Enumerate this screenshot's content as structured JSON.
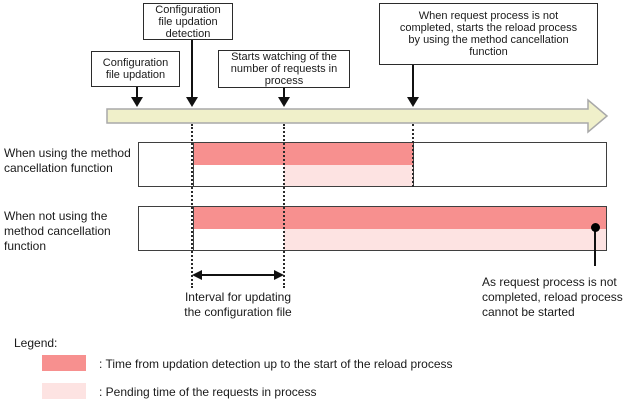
{
  "colors": {
    "reload_time": "#f7908f",
    "pending_time": "#fde3e2",
    "timeline_fill": "#f0f0ca"
  },
  "callouts": {
    "config_updation": "Configuration\nfile updation",
    "updation_detection": "Configuration\nfile updation\ndetection",
    "starts_watching": "Starts watching of the\nnumber of requests in\nprocess",
    "reload_with_cancellation": "When request process is not\ncompleted, starts the reload process\nby using the method cancellation\nfunction"
  },
  "rows": [
    {
      "label": "When using the method\ncancellation function"
    },
    {
      "label": "When not using the\nmethod cancellation\nfunction"
    }
  ],
  "interval_label": "Interval for updating\nthe configuration file",
  "annotation": "As request process is not\ncompleted, reload process\ncannot be started",
  "legend": {
    "title": "Legend:",
    "items": [
      {
        "label": ": Time from updation detection up to the start of the reload process",
        "color": "#f7908f"
      },
      {
        "label": ": Pending time of the requests in process",
        "color": "#fde3e2"
      }
    ]
  }
}
